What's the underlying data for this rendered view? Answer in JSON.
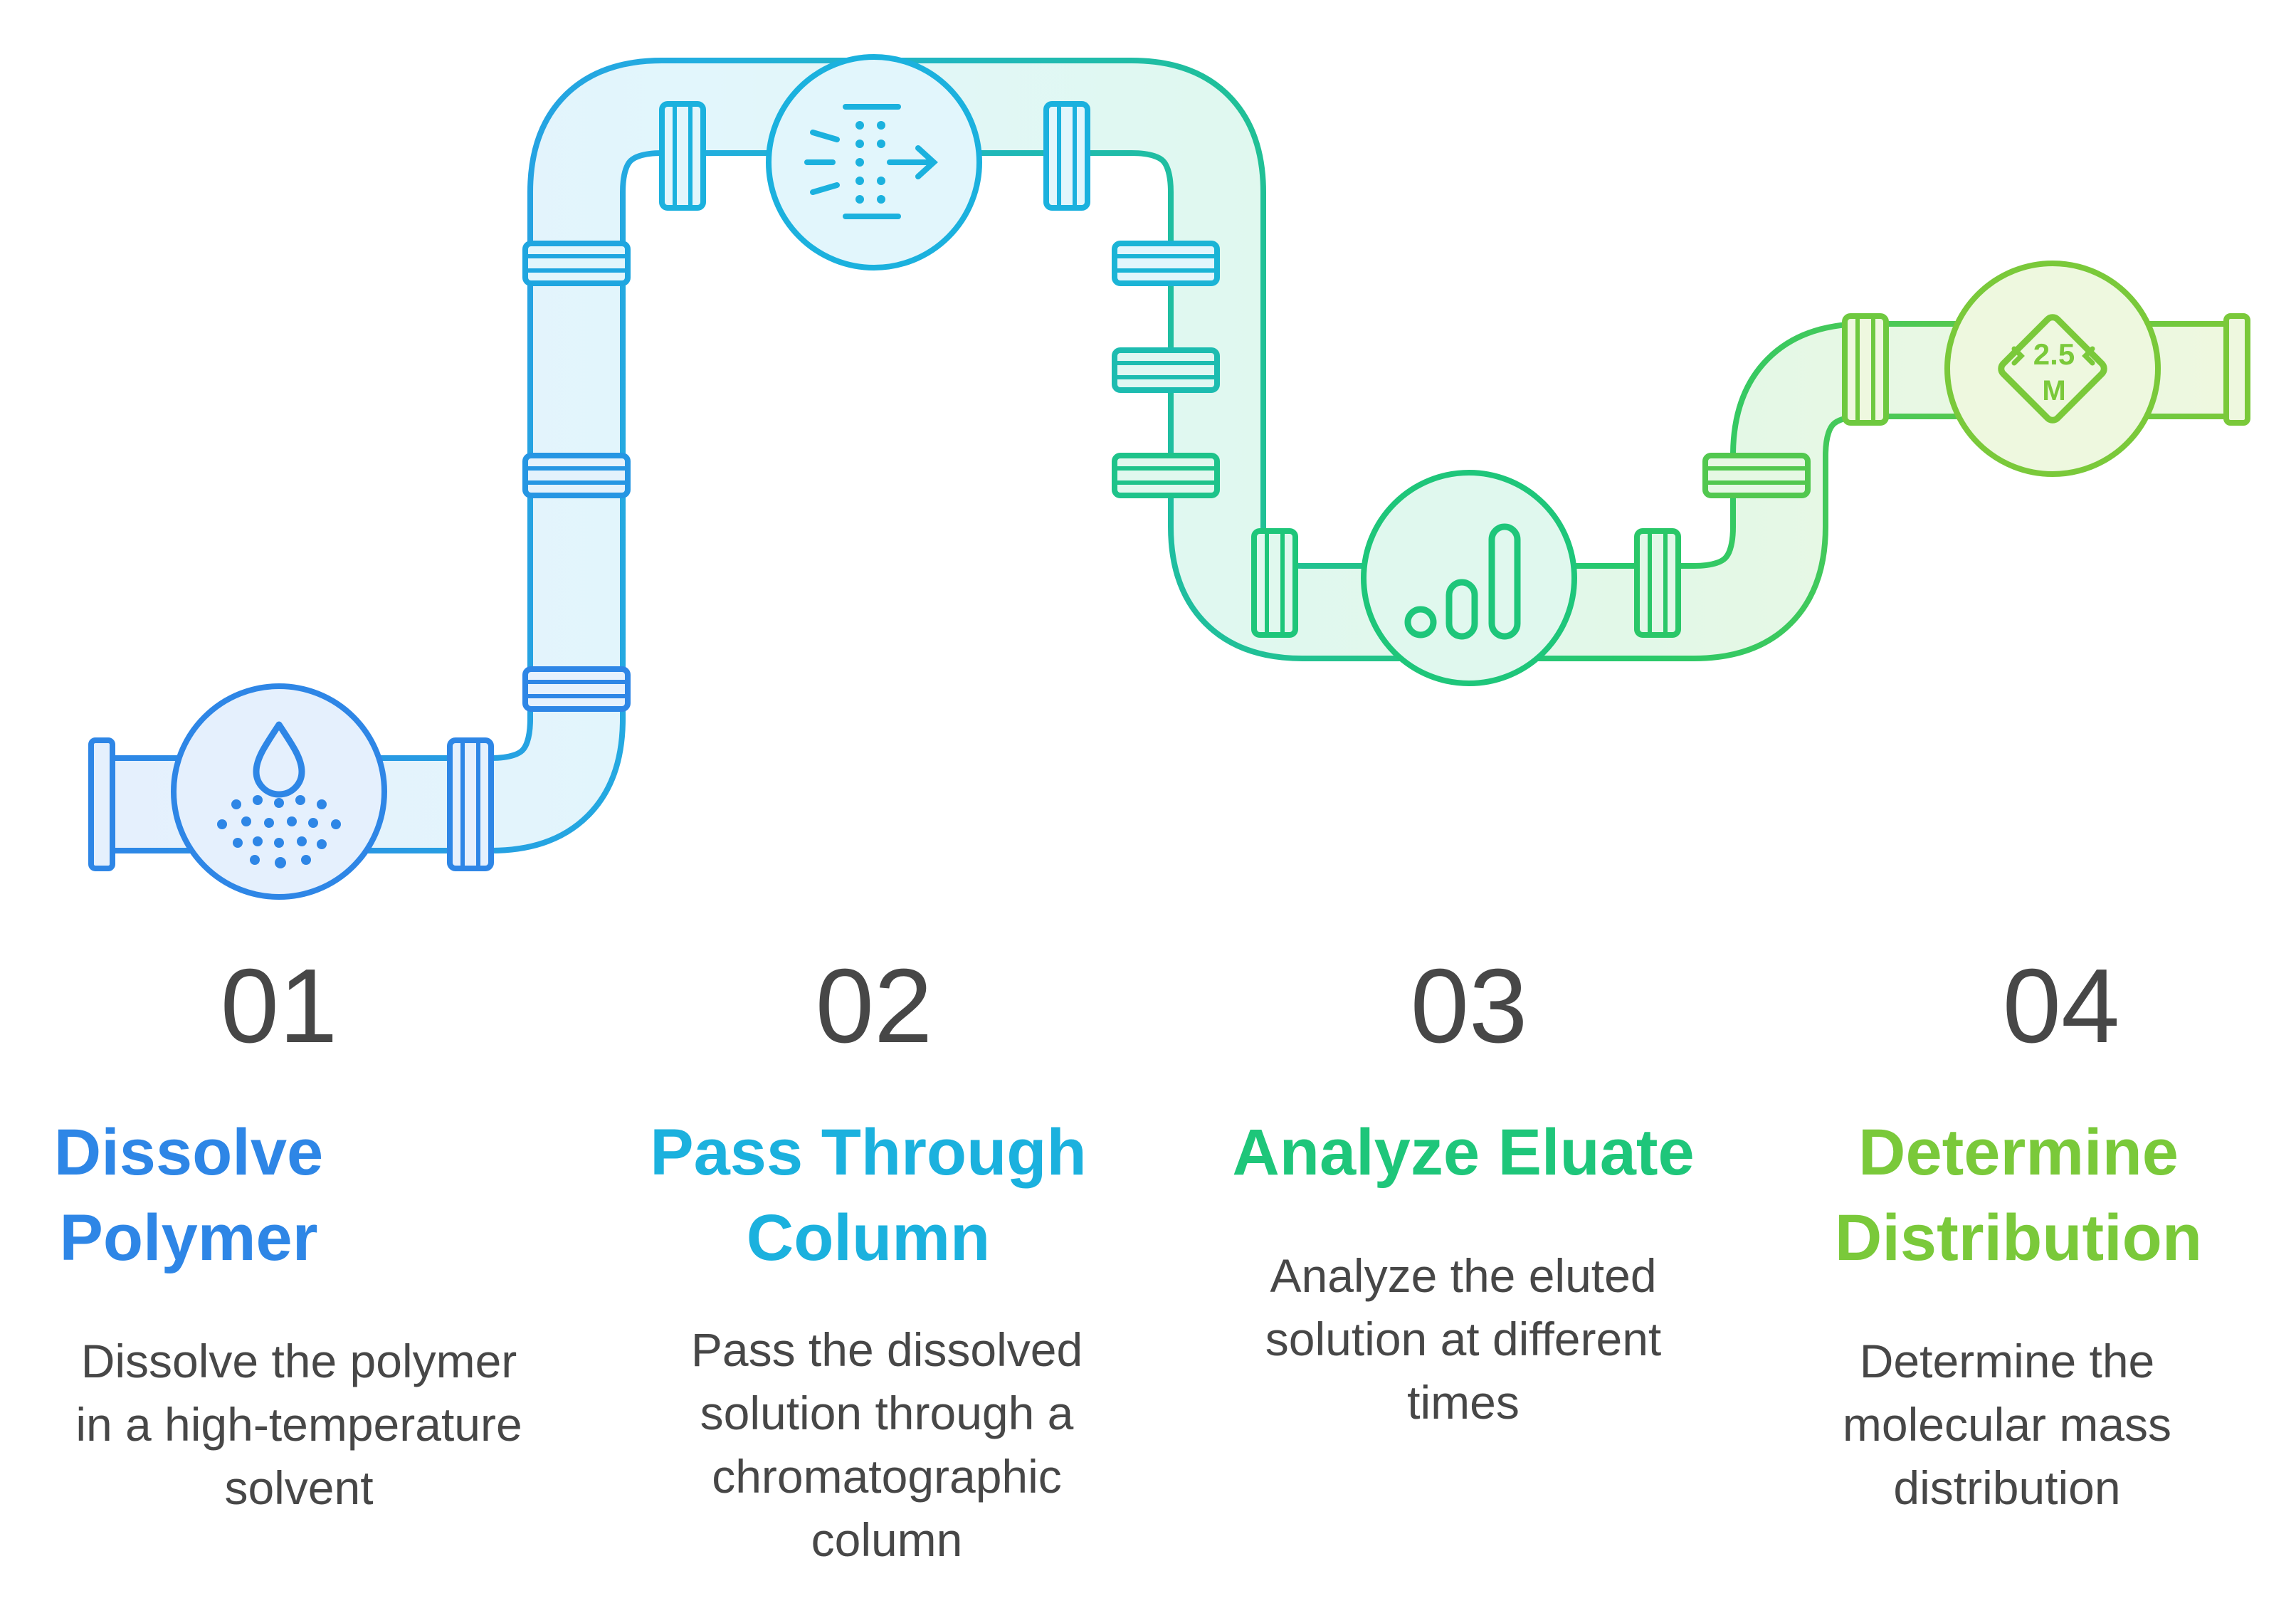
{
  "colors": {
    "step1": "#2e86e6",
    "step2": "#1bb1de",
    "step3": "#1ec67a",
    "step4": "#7ac93a"
  },
  "steps": [
    {
      "number": "01",
      "title_lines": [
        "Dissolve",
        "Polymer"
      ],
      "desc_lines": [
        "Dissolve the polymer",
        "in a high-temperature",
        "solvent"
      ],
      "icon": "droplet-dissolve-icon"
    },
    {
      "number": "02",
      "title_lines": [
        "Pass Through",
        "Column"
      ],
      "desc_lines": [
        "Pass the dissolved",
        "solution through a",
        "chromatographic",
        "column"
      ],
      "icon": "filter-column-icon"
    },
    {
      "number": "03",
      "title_lines": [
        "Analyze Eluate"
      ],
      "desc_lines": [
        "Analyze the eluted",
        "solution at different",
        "times"
      ],
      "icon": "bar-chart-icon"
    },
    {
      "number": "04",
      "title_lines": [
        "Determine",
        "Distribution"
      ],
      "desc_lines": [
        "Determine the",
        "molecular mass",
        "distribution"
      ],
      "icon": "mass-gauge-icon",
      "icon_text": [
        "2.5",
        "M"
      ]
    }
  ]
}
